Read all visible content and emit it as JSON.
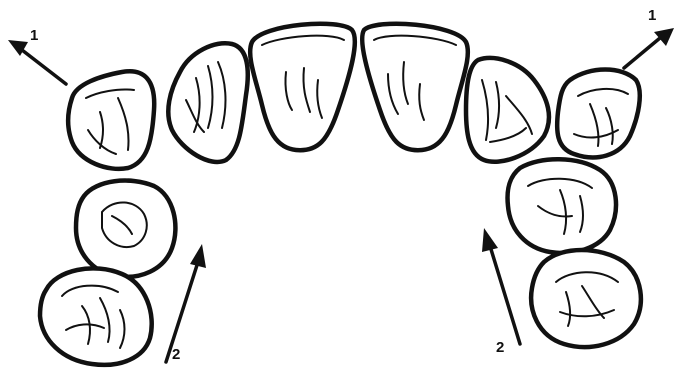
{
  "labels": {
    "arrow_1_left": "1",
    "arrow_1_right": "1",
    "arrow_2_left": "2",
    "arrow_2_right": "2"
  },
  "colors": {
    "stroke": "#111111",
    "fill": "#ffffff"
  }
}
